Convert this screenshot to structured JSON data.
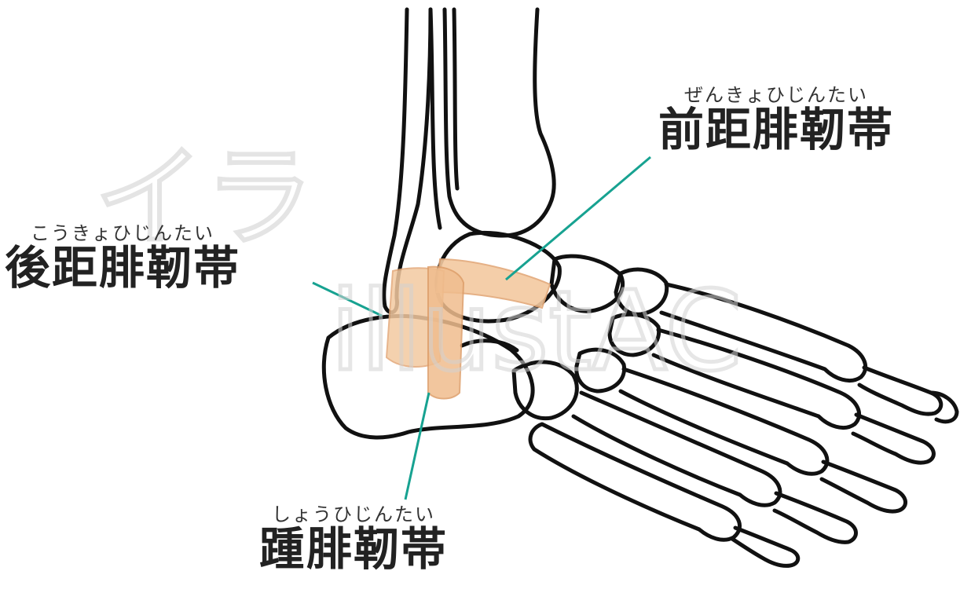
{
  "labels": {
    "anterior_talofibular": {
      "ruby": "ぜんきょひじんたい",
      "text": "前距腓靭帯"
    },
    "posterior_talofibular": {
      "ruby": "こうきょひじんたい",
      "text": "後距腓靭帯"
    },
    "calcaneofibular": {
      "ruby": "しょうひじんたい",
      "text": "踵腓靭帯"
    }
  },
  "watermark": {
    "text": "illustAC",
    "logo": "イラ"
  },
  "colors": {
    "bone_outline": "#111111",
    "ligament_fill": "#f3c9a0",
    "ligament_stroke": "#e3a878",
    "leader_line": "#17a291",
    "watermark": "#d8d8d8"
  }
}
